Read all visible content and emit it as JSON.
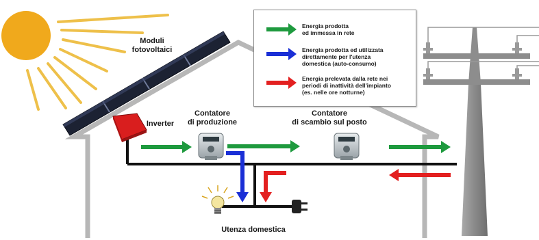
{
  "labels": {
    "pv_modules": "Moduli\nfotovoltaici",
    "inverter": "Inverter",
    "production_meter": "Contatore\ndi produzione",
    "exchange_meter": "Contatore\ndi scambio sul posto",
    "household": "Utenza domestica"
  },
  "legend": [
    {
      "text": "Energia prodotta\ned immessa in rete",
      "color": "#1e9a3e",
      "icon": "green-arrow-icon"
    },
    {
      "text": "Energia prodotta ed utilizzata\ndirettamente per l'utenza\ndomestica (auto-consumo)",
      "color": "#1a2fd6",
      "icon": "blue-arrow-icon"
    },
    {
      "text": "Energia prelevata dalla rete nei\nperiodi di inattività dell'impianto\n(es. nelle ore notturne)",
      "color": "#e32020",
      "icon": "red-arrow-icon"
    }
  ],
  "colors": {
    "sun": "#f0a91c",
    "house_outline": "#b7b7b7",
    "pole": "#8d8d8d",
    "wire": "#111111",
    "inverter": "#d91e1e",
    "panel": "#1c2233"
  },
  "icons": [
    "sun-icon",
    "solar-panel-icon",
    "inverter-icon",
    "meter-icon",
    "bulb-icon",
    "plug-icon",
    "power-pole-icon"
  ]
}
